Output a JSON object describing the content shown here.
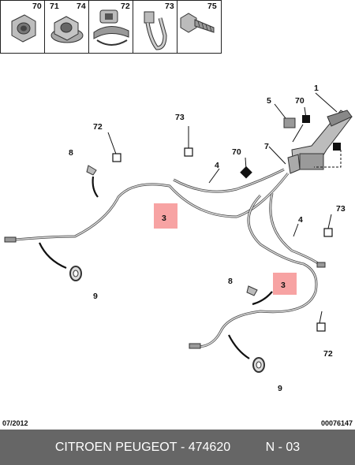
{
  "parts_strip": {
    "cells": [
      {
        "name": "hex-nut",
        "labels": [
          "70"
        ]
      },
      {
        "name": "flange-nut",
        "labels": [
          "71",
          "74"
        ]
      },
      {
        "name": "clip-nut",
        "labels": [
          "72"
        ]
      },
      {
        "name": "cable-tie",
        "labels": [
          "73"
        ]
      },
      {
        "name": "bolt",
        "labels": [
          "75"
        ]
      }
    ]
  },
  "callouts": {
    "c1": "1",
    "c5": "5",
    "c70a": "70",
    "c70b": "70",
    "c72a": "72",
    "c72b": "72",
    "c73a": "73",
    "c73b": "73",
    "c8a": "8",
    "c8b": "8",
    "c7": "7",
    "c4a": "4",
    "c4b": "4",
    "c3a": "3",
    "c3b": "3",
    "c9a": "9",
    "c9b": "9"
  },
  "footer": {
    "date": "07/2012",
    "ref": "00076147",
    "brand": "CITROEN PEUGEOT",
    "separator": " - ",
    "part_number": "474620",
    "sheet": "N - 03"
  },
  "colors": {
    "highlight": "#f7a3a3",
    "footer_bg": "#666666"
  }
}
